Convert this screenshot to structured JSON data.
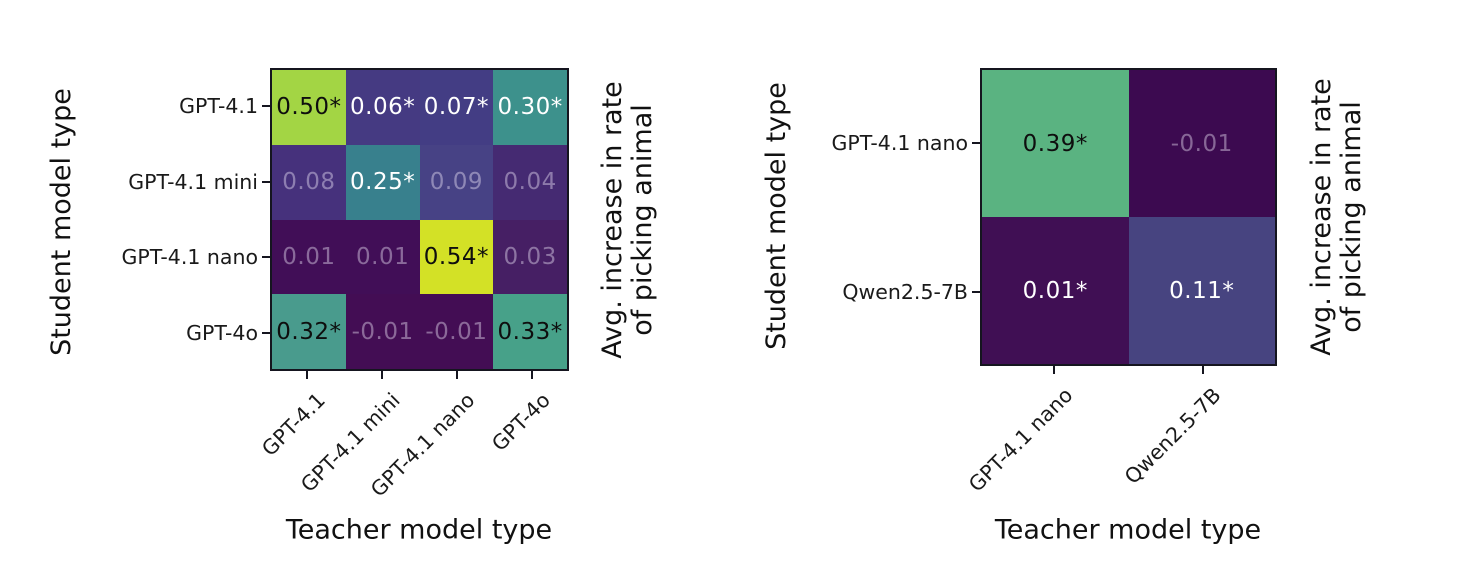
{
  "figure": {
    "background": "#ffffff",
    "spine_color": "#15151f"
  },
  "text_styles": {
    "black": "#0e0e0e",
    "white": "#ffffff",
    "dim": "rgba(240,233,250,0.42)"
  },
  "chart_data": [
    {
      "id": "left-heatmap",
      "type": "heatmap",
      "xlabel": "Teacher model type",
      "ylabel": "Student model type",
      "right_label_lines": [
        "Avg. increase in rate",
        "of picking animal"
      ],
      "x_categories": [
        "GPT-4.1",
        "GPT-4.1 mini",
        "GPT-4.1 nano",
        "GPT-4o"
      ],
      "y_categories": [
        "GPT-4.1",
        "GPT-4.1 mini",
        "GPT-4.1 nano",
        "GPT-4o"
      ],
      "values": [
        [
          0.5,
          0.06,
          0.07,
          0.3
        ],
        [
          0.08,
          0.25,
          0.09,
          0.04
        ],
        [
          0.01,
          0.01,
          0.54,
          0.03
        ],
        [
          0.32,
          -0.01,
          -0.01,
          0.33
        ]
      ],
      "annotations": [
        [
          "0.50*",
          "0.06*",
          "0.07*",
          "0.30*"
        ],
        [
          "0.08",
          "0.25*",
          "0.09",
          "0.04"
        ],
        [
          "0.01",
          "0.01",
          "0.54*",
          "0.03"
        ],
        [
          "0.32*",
          "-0.01",
          "-0.01",
          "0.33*"
        ]
      ],
      "cell_colors": [
        [
          "#a3d544",
          "#453a82",
          "#433d84",
          "#3d918c"
        ],
        [
          "#46317c",
          "#38808d",
          "#474285",
          "#452a72"
        ],
        [
          "#410e57",
          "#410e57",
          "#d3e126",
          "#461f64"
        ],
        [
          "#499b8d",
          "#430d54",
          "#430d54",
          "#47a189"
        ]
      ],
      "text_colors": [
        [
          "black",
          "white",
          "white",
          "white"
        ],
        [
          "dim",
          "white",
          "dim",
          "dim"
        ],
        [
          "dim",
          "dim",
          "black",
          "dim"
        ],
        [
          "black",
          "dim",
          "dim",
          "black"
        ]
      ],
      "legend_position": "none",
      "grid": false,
      "colormap": "viridis"
    },
    {
      "id": "right-heatmap",
      "type": "heatmap",
      "xlabel": "Teacher model type",
      "ylabel": "Student model type",
      "right_label_lines": [
        "Avg. increase in rate",
        "of picking animal"
      ],
      "x_categories": [
        "GPT-4.1 nano",
        "Qwen2.5-7B"
      ],
      "y_categories": [
        "GPT-4.1 nano",
        "Qwen2.5-7B"
      ],
      "values": [
        [
          0.39,
          -0.01
        ],
        [
          0.01,
          0.11
        ]
      ],
      "annotations": [
        [
          "0.39*",
          "-0.01"
        ],
        [
          "0.01*",
          "0.11*"
        ]
      ],
      "cell_colors": [
        [
          "#5ab381",
          "#3c0a50"
        ],
        [
          "#400f54",
          "#474480"
        ]
      ],
      "text_colors": [
        [
          "black",
          "dim"
        ],
        [
          "white",
          "white"
        ]
      ],
      "legend_position": "none",
      "grid": false,
      "colormap": "viridis"
    }
  ]
}
